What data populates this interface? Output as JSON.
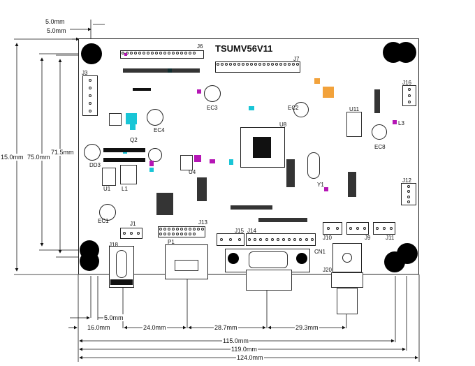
{
  "board": {
    "title": "TSUMV56V11",
    "labels": {
      "j6": "J6",
      "j7": "J7",
      "j3": "J3",
      "j18": "J18",
      "p1": "P1",
      "cn1": "CN1",
      "j20": "J20",
      "j14": "J14",
      "j15": "J15",
      "j13": "J13",
      "j1": "J1",
      "j10": "J10",
      "j9": "J9",
      "j11": "J11",
      "j12": "J12",
      "j16": "J16",
      "u8": "U8",
      "u4": "U4",
      "u11": "U11",
      "u1": "U1",
      "y1": "Y1",
      "l1": "L1",
      "l3": "L3",
      "ec8": "EC8",
      "ec4": "EC4",
      "ec3": "EC3",
      "ec2": "EC2",
      "ec1": "EC1",
      "dd3": "DD3",
      "q2": "Q2"
    }
  },
  "dimensions": {
    "top_a": "5.0mm",
    "top_b": "5.0mm",
    "left_outer": "15.0mm",
    "left_mid": "75.0mm",
    "left_inner": "71.5mm",
    "bottom_5": "5.0mm",
    "bottom_16": "16.0mm",
    "bottom_24": "24.0mm",
    "bottom_287": "28.7mm",
    "bottom_293": "29.3mm",
    "bottom_115": "115.0mm",
    "bottom_119": "119.0mm",
    "bottom_124": "124.0mm"
  }
}
